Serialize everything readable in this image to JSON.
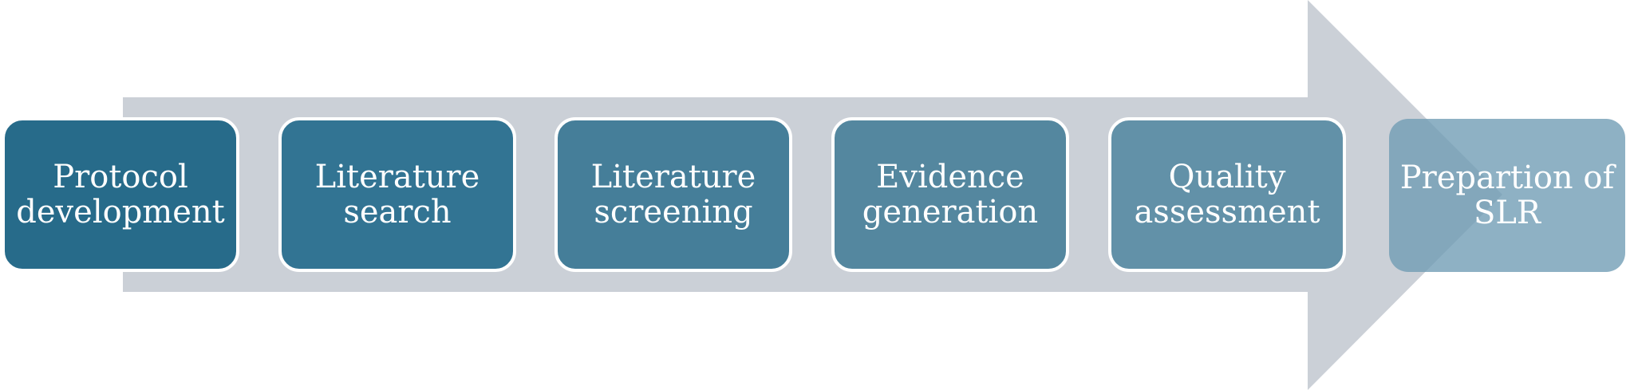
{
  "diagram": {
    "type": "process-flow",
    "arrow_color": "#cbd0d7",
    "steps": [
      {
        "line1": "Protocol",
        "line2": "development",
        "color": "#276b8a"
      },
      {
        "line1": "Literature",
        "line2": "search",
        "color": "#327493"
      },
      {
        "line1": "Literature",
        "line2": "screening",
        "color": "#457e99"
      },
      {
        "line1": "Evidence",
        "line2": "generation",
        "color": "#54879f"
      },
      {
        "line1": "Quality",
        "line2": "assessment",
        "color": "#6291a8"
      },
      {
        "line1": "Prepartion of",
        "line2": "SLR",
        "color": "rgba(110,155,180,0.78)"
      }
    ]
  }
}
